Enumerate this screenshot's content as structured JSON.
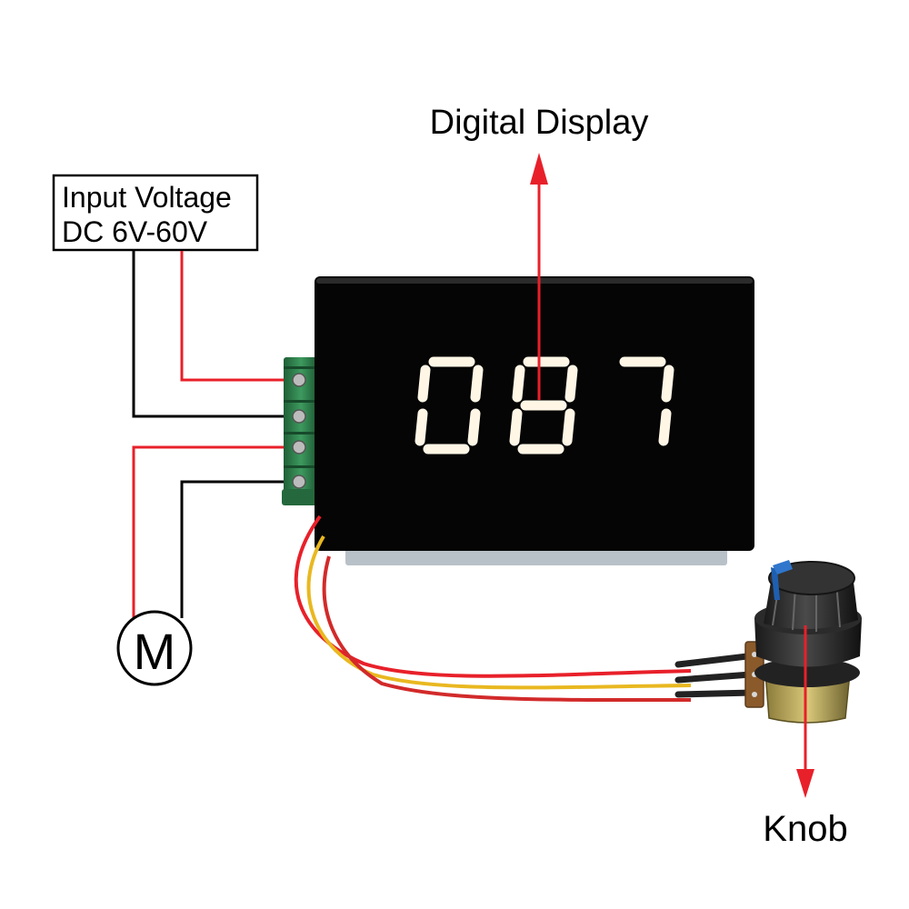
{
  "labels": {
    "display_title": "Digital Display",
    "input_line1": "Input Voltage",
    "input_line2": "DC 6V-60V",
    "motor": "M",
    "knob": "Knob"
  },
  "display": {
    "digits": [
      "0",
      "8",
      "7"
    ]
  },
  "colors": {
    "wire_red": "#e8202a",
    "wire_black": "#000000",
    "wire_yellow": "#e9b820",
    "terminal_green": "#2e7d4a",
    "panel": "#050505",
    "segment": "#fff6e6",
    "knob_blue": "#1f5fb0"
  }
}
